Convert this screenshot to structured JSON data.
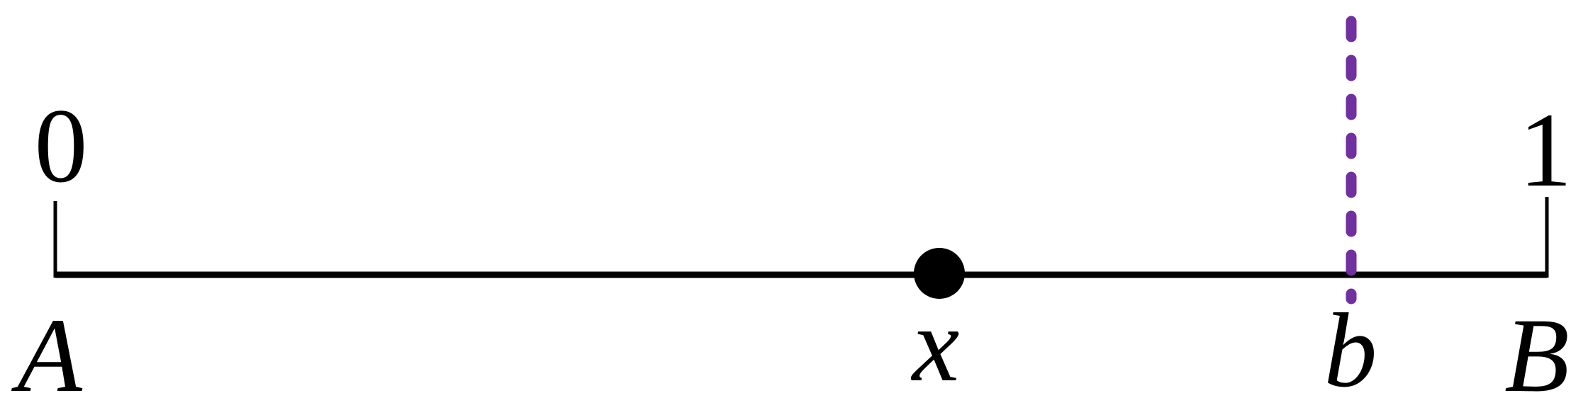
{
  "colors": {
    "line": "#000000",
    "marker": "#7030a0",
    "point": "#000000"
  },
  "line": {
    "start_value": 0,
    "end_value": 1
  },
  "ticks": {
    "start_label": "0",
    "end_label": "1"
  },
  "points": {
    "left_endpoint_label": "A",
    "right_endpoint_label": "B",
    "dot_label": "x",
    "marker_label": "b"
  }
}
